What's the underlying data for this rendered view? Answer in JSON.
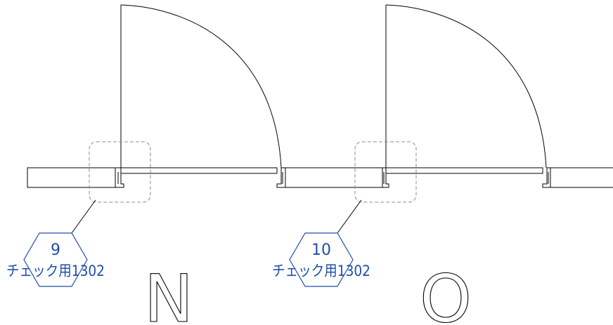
{
  "doors": [
    {
      "tag": {
        "number": "9",
        "type_label": "チェック用1302"
      }
    },
    {
      "tag": {
        "number": "10",
        "type_label": "チェック用1302"
      }
    }
  ],
  "gridlines": [
    "N",
    "O"
  ],
  "colors": {
    "lines": "#000000",
    "tag": "#1f4fa8",
    "selection": "#8c8c8c",
    "background": "#ffffff"
  }
}
